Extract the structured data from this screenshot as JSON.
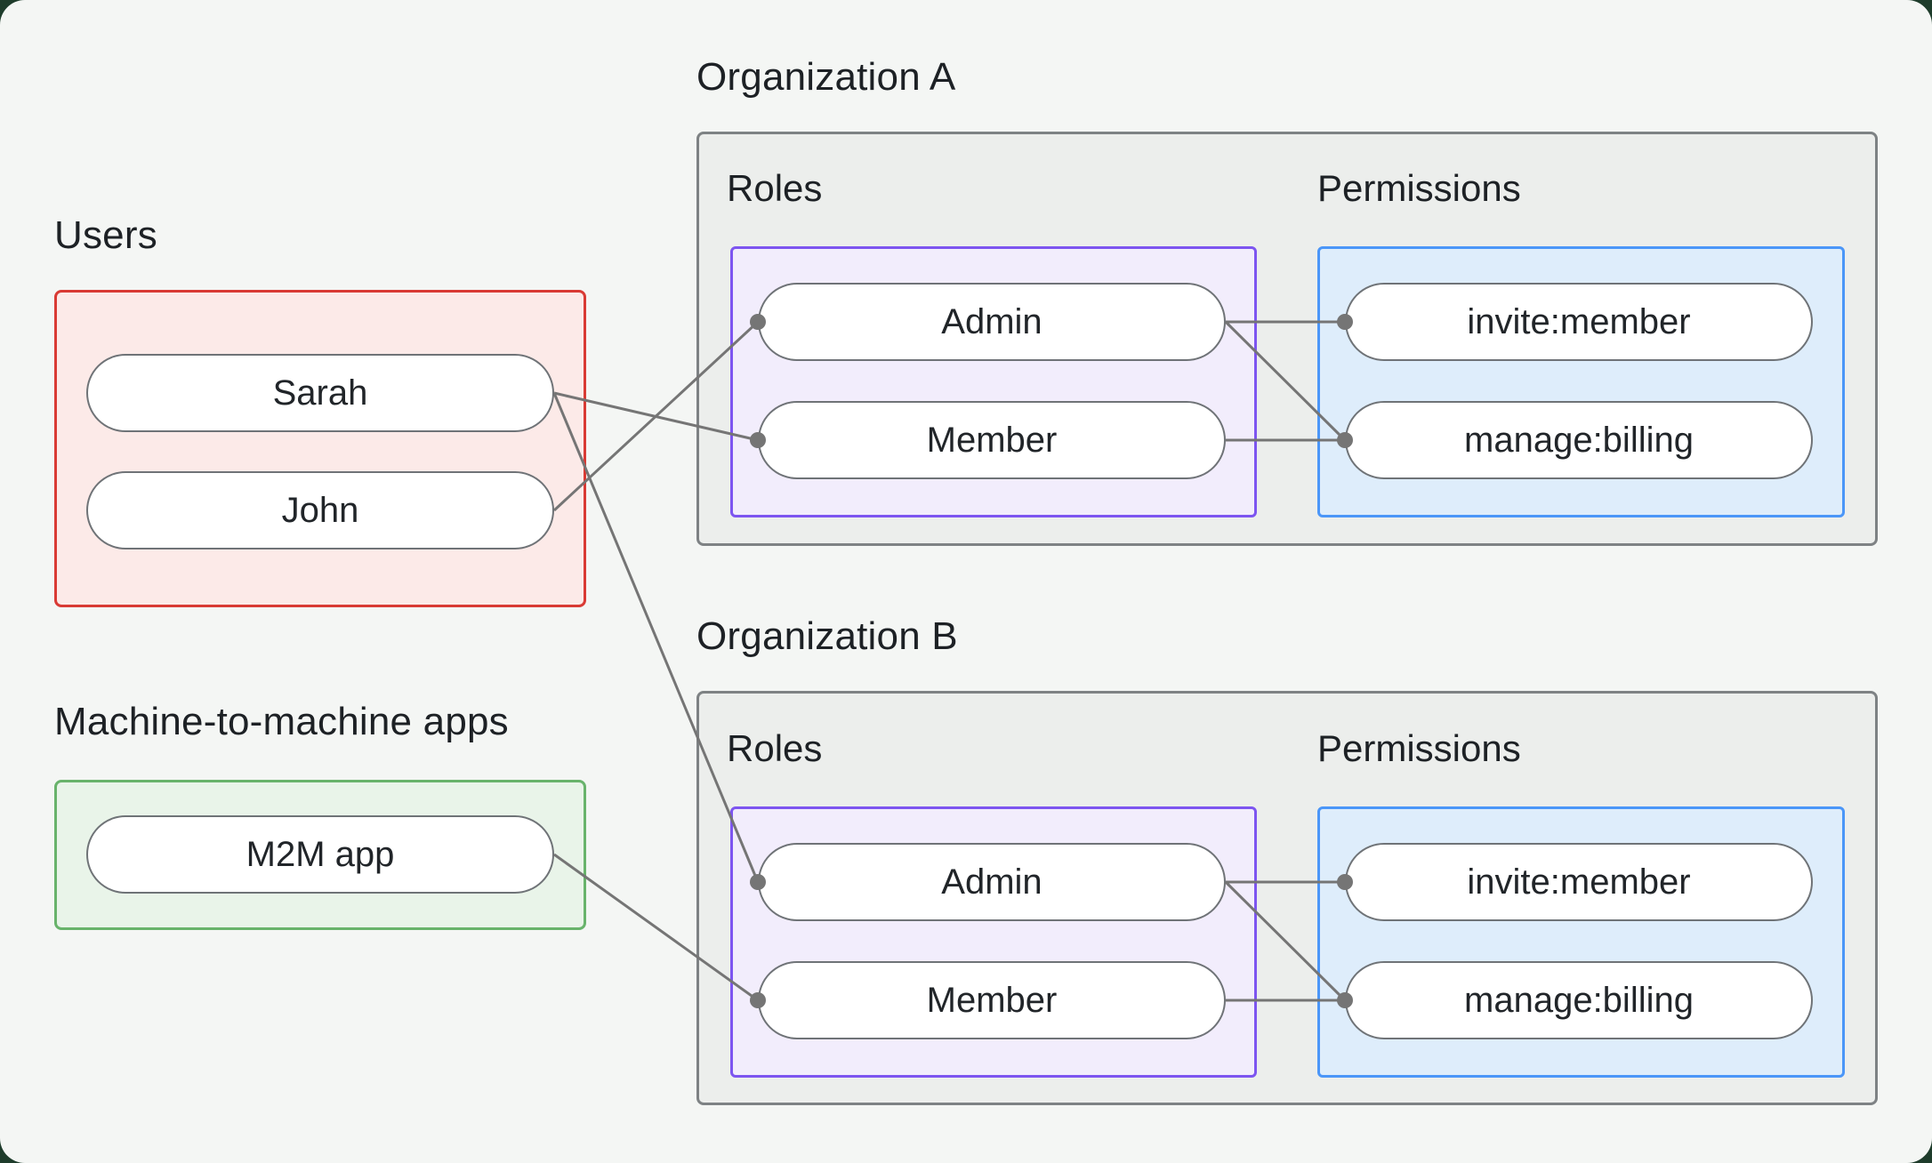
{
  "canvas": {
    "background": "#f4f6f4",
    "outer_background": "#1e3c2b"
  },
  "users": {
    "label": "Users",
    "accent": "#d93a34",
    "fill": "#fceae8",
    "items": [
      {
        "label": "Sarah"
      },
      {
        "label": "John"
      }
    ]
  },
  "m2m": {
    "label": "Machine-to-machine apps",
    "accent": "#68b36b",
    "fill": "#e9f4e9",
    "items": [
      {
        "label": "M2M app"
      }
    ]
  },
  "organizations": [
    {
      "title": "Organization A",
      "roles": {
        "label": "Roles",
        "accent": "#7d55f0",
        "fill": "#f2edfc",
        "items": [
          {
            "label": "Admin"
          },
          {
            "label": "Member"
          }
        ]
      },
      "permissions": {
        "label": "Permissions",
        "accent": "#4b96f8",
        "fill": "#deedfb",
        "items": [
          {
            "label": "invite:member"
          },
          {
            "label": "manage:billing"
          }
        ]
      }
    },
    {
      "title": "Organization B",
      "roles": {
        "label": "Roles",
        "accent": "#7d55f0",
        "fill": "#f2edfc",
        "items": [
          {
            "label": "Admin"
          },
          {
            "label": "Member"
          }
        ]
      },
      "permissions": {
        "label": "Permissions",
        "accent": "#4b96f8",
        "fill": "#deedfb",
        "items": [
          {
            "label": "invite:member"
          },
          {
            "label": "manage:billing"
          }
        ]
      }
    }
  ],
  "connections": {
    "line_color": "#757575",
    "edges": [
      {
        "from": "Sarah",
        "to": "Organization A / Member"
      },
      {
        "from": "John",
        "to": "Organization A / Admin"
      },
      {
        "from": "Sarah",
        "to": "Organization B / Admin"
      },
      {
        "from": "M2M app",
        "to": "Organization B / Member"
      },
      {
        "from": "Organization A / Admin",
        "to": "Organization A / invite:member"
      },
      {
        "from": "Organization A / Admin",
        "to": "Organization A / manage:billing"
      },
      {
        "from": "Organization A / Member",
        "to": "Organization A / manage:billing"
      },
      {
        "from": "Organization B / Admin",
        "to": "Organization B / invite:member"
      },
      {
        "from": "Organization B / Admin",
        "to": "Organization B / manage:billing"
      },
      {
        "from": "Organization B / Member",
        "to": "Organization B / manage:billing"
      }
    ]
  }
}
